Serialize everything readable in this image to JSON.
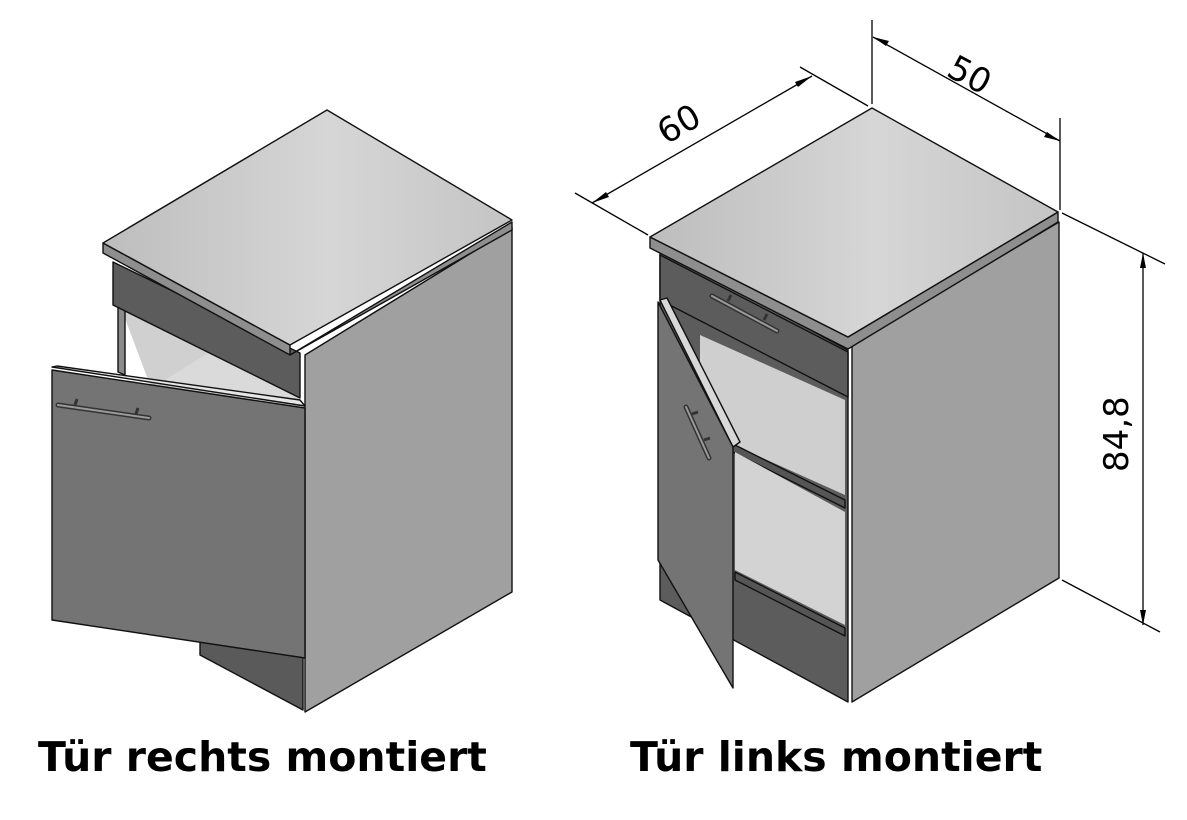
{
  "captions": {
    "left": "Tür rechts montiert",
    "right": "Tür links montiert"
  },
  "dimensions": {
    "width": "60",
    "depth": "50",
    "height": "84,8"
  },
  "colors": {
    "top": "#c9c9c9",
    "side": "#a0a0a0",
    "front_dark": "#5c5c5c",
    "door": "#747474",
    "interior": "#cfcfcf"
  }
}
